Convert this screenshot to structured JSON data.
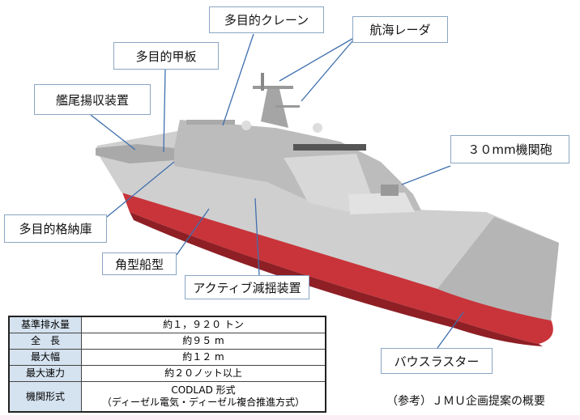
{
  "labels": {
    "crane": "多目的クレーン",
    "radar": "航海レーダ",
    "deck": "多目的甲板",
    "stern_recovery": "艦尾揚収装置",
    "gun": "３０mm機関砲",
    "hangar": "多目的格納庫",
    "hull_form": "角型船型",
    "stabilizer": "アクティブ減揺装置",
    "bow_thruster": "バウスラスター"
  },
  "spec_table": [
    {
      "label": "基準排水量",
      "value": "約１，９２０ トン"
    },
    {
      "label": "全　長",
      "value": "約９５ m"
    },
    {
      "label": "最大幅",
      "value": "約１２ m"
    },
    {
      "label": "最大速力",
      "value": "約２０ノット以上"
    },
    {
      "label": "機関形式",
      "value": "CODLAD 形式",
      "value2": "（ディーゼル電気・ディーゼル複合推進方式）"
    }
  ],
  "caption": "（参考）ＪＭＵ企画提案の概要",
  "colors": {
    "hull": "#c8343a",
    "superstructure": "#c9c9c9",
    "leader": "#3f6fae",
    "table_header": "#d5e2ef"
  }
}
